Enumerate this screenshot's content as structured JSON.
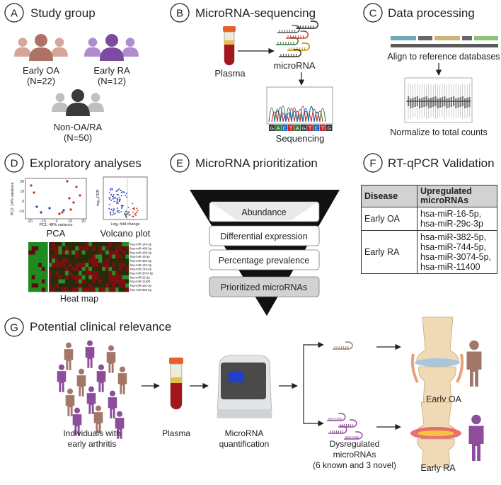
{
  "panels": {
    "a": {
      "letter": "A",
      "title": "Study group",
      "groups": [
        {
          "name": "Early OA",
          "n": "(N=22)",
          "color": "#d7a69a",
          "dark": "#ad7264"
        },
        {
          "name": "Early RA",
          "n": "(N=12)",
          "color": "#b08bcf",
          "dark": "#7d4a9f"
        },
        {
          "name": "Non-OA/RA",
          "n": "(N=50)",
          "color": "#bfbfbf",
          "dark": "#3a3a3a"
        }
      ]
    },
    "b": {
      "letter": "B",
      "title": "MicroRNA-sequencing",
      "plasma": "Plasma",
      "microrna": "microRNA",
      "sequencing": "Sequencing",
      "seq_letters": "GACTAGTCTG"
    },
    "c": {
      "letter": "C",
      "title": "Data processing",
      "align": "Align to reference databases",
      "normalize": "Normalize to total counts"
    },
    "d": {
      "letter": "D",
      "title": "Exploratory analyses",
      "pca": "PCA",
      "pca_x": "PC1: 48% variance",
      "pca_y": "PC2: 14% variance",
      "pca_xticks": [
        "-20",
        "-10",
        "0",
        "10",
        "20"
      ],
      "pca_yticks": [
        "20",
        "10",
        "0",
        "-10"
      ],
      "volcano": "Volcano plot",
      "volcano_x": "Log₂ fold change",
      "volcano_y": "-log₁₀FDR",
      "heat": "Heat map",
      "heat_rows": [
        "hsa-miR-144-3p",
        "hsa-miR-486-3p",
        "hsa-miR-486-5p",
        "hsa-miR-16-5p",
        "hsa-miR-382-5p",
        "hsa-miR-143-3p",
        "hsa-miR-744-5p",
        "hsa-miR-3074-5p",
        "hsa-miR-21-5p",
        "hsa-miR-11400",
        "hsa-miR-29c-3p",
        "hsa-miR-660-5p"
      ]
    },
    "e": {
      "letter": "E",
      "title": "MicroRNA prioritization",
      "steps": [
        "Abundance",
        "Differential expression",
        "Percentage prevalence",
        "Prioritized microRNAs"
      ]
    },
    "f": {
      "letter": "F",
      "title": "RT-qPCR Validation",
      "col_disease": "Disease",
      "col_mirnas": "Upregulated microRNAs",
      "rows": [
        {
          "disease": "Early OA",
          "mirnas": [
            "hsa-miR-16-5p,",
            "hsa-miR-29c-3p"
          ]
        },
        {
          "disease": "Early RA",
          "mirnas": [
            "hsa-miR-382-5p,",
            "hsa-miR-744-5p,",
            "hsa-miR-3074-5p,",
            "hsa-miR-11400"
          ]
        }
      ]
    },
    "g": {
      "letter": "G",
      "title": "Potential clinical relevance",
      "individuals": [
        "Individuals with",
        "early arthritis"
      ],
      "plasma": "Plasma",
      "quant": [
        "MicroRNA",
        "quantification"
      ],
      "dysreg": [
        "Dysregulated",
        "microRNAs",
        "(6 known and 3 novel)"
      ],
      "oa": "Early OA",
      "ra": "Early RA"
    }
  },
  "colors": {
    "oa_person": "#a2776a",
    "ra_person": "#8c4d9b",
    "ra_mirna": "#8c4d9b",
    "oa_mirna": "#a2776a",
    "blood": "#a3171c",
    "cap": "#e5622a"
  }
}
